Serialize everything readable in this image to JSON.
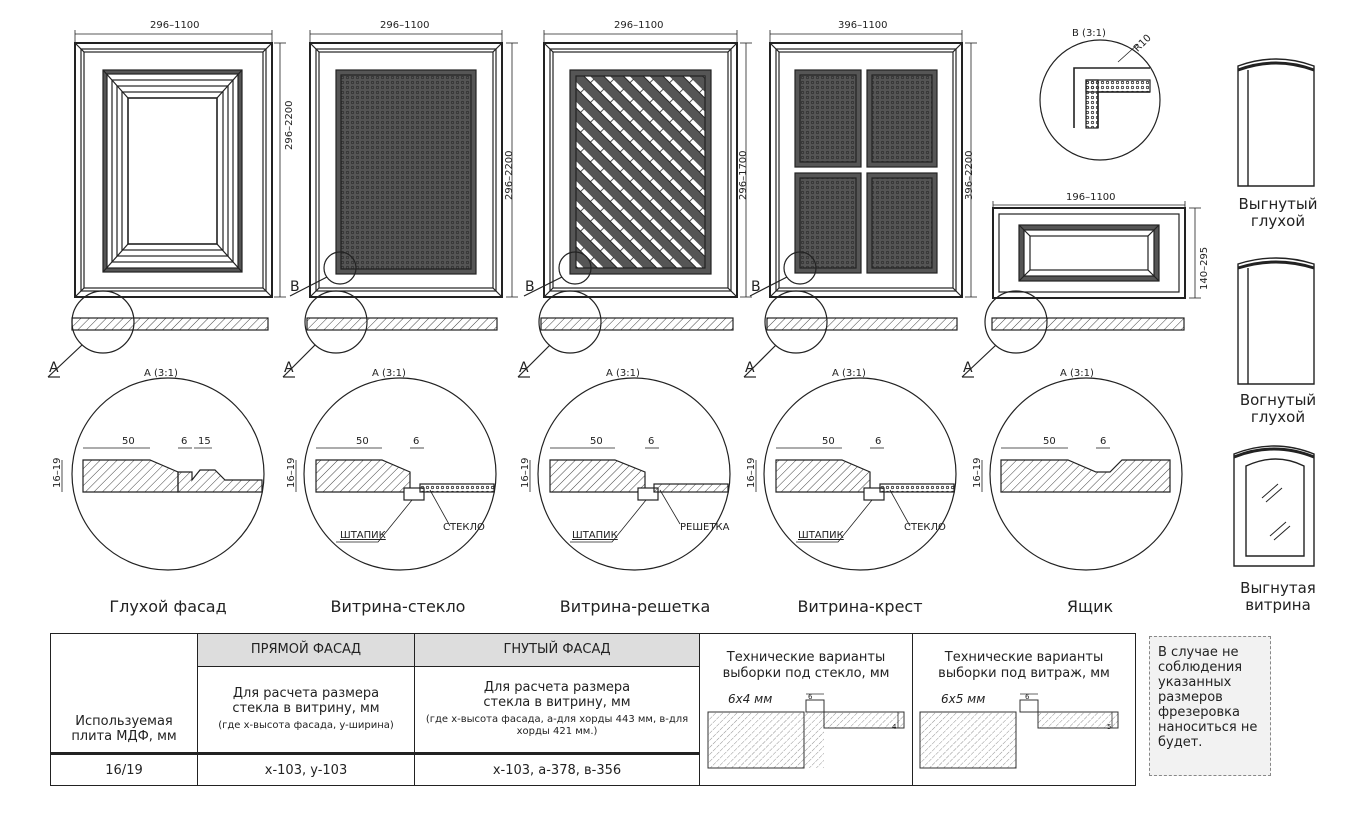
{
  "facades": [
    {
      "width_dim": "296–1100",
      "height_dim": "296–2200",
      "caption": "Глухой фасад"
    },
    {
      "width_dim": "296–1100",
      "height_dim": "296–2200",
      "caption": "Витрина-стекло"
    },
    {
      "width_dim": "296–1100",
      "height_dim": "296–1700",
      "caption": "Витрина-решетка"
    },
    {
      "width_dim": "396–1100",
      "height_dim": "396–2200",
      "caption": "Витрина-крест"
    },
    {
      "width_dim": "196–1100",
      "height_dim": "140–295",
      "caption": "Ящик"
    }
  ],
  "callouts": {
    "a_label": "А",
    "b_label": "В",
    "a_detail": "А (3:1)",
    "b_detail": "В (3:1)",
    "radius": "R10"
  },
  "details": {
    "thickness": "16–19",
    "d50": "50",
    "d6": "6",
    "d15": "15",
    "shtapik": "ШТАПИК",
    "steklo": "СТЕКЛО",
    "reshetka": "РЕШЕТКА"
  },
  "side_items": [
    {
      "label": "Выгнутый глухой"
    },
    {
      "label": "Вогнутый глухой"
    },
    {
      "label": "Выгнутая витрина"
    }
  ],
  "table": {
    "col1_header": "Используемая плита МДФ, мм",
    "col1_value": "16/19",
    "straight_title": "ПРЯМОЙ ФАСАД",
    "straight_desc": "Для расчета размера стекла в витрину, мм",
    "straight_note": "(где x-высота фасада, y-ширина)",
    "straight_value": "x-103, y-103",
    "bent_title": "ГНУТЫЙ ФАСАД",
    "bent_desc": "Для расчета размера стекла в витрину, мм",
    "bent_note": "(где x-высота фасада, а-для хорды 443 мм, в-для хорды 421 мм.)",
    "bent_value": "x-103, a-378, в-356",
    "glass_title": "Технические варианты выборки под стекло, мм",
    "glass_dim": "6x4 мм",
    "vitrage_title": "Технические варианты выборки под витраж, мм",
    "vitrage_dim": "6x5 мм",
    "tv_6": "6",
    "tv_4": "4",
    "tv_5": "5"
  },
  "note": "В случае не соблюдения указанных размеров фрезеровка наноситься не будет."
}
